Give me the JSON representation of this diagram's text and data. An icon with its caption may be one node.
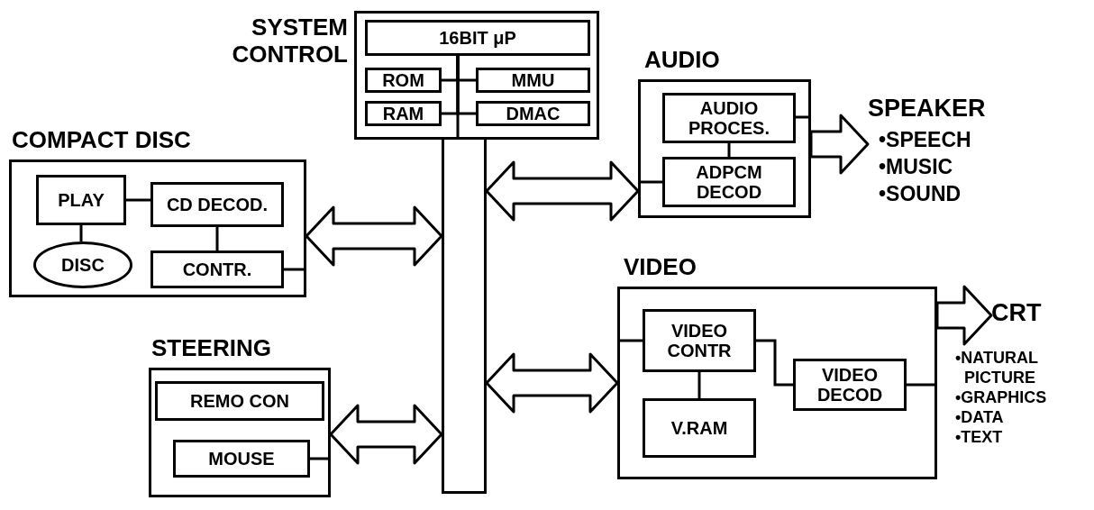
{
  "diagram": {
    "nodes": [
      {
        "text": [
          "SYSTEM CONTROL"
        ]
      },
      {
        "text": [
          "16BIT μP"
        ],
        "in": 0
      },
      {
        "text": [
          "ROM"
        ],
        "in": 0
      },
      {
        "text": [
          "MMU"
        ],
        "in": 0
      },
      {
        "text": [
          "RAM"
        ],
        "in": 0
      },
      {
        "text": [
          "DMAC"
        ],
        "in": 0
      },
      {
        "text": [],
        "shape": "bar"
      },
      {
        "text": [
          "AUDIO"
        ]
      },
      {
        "text": [
          "AUDIO PROCES."
        ],
        "in": 7
      },
      {
        "text": [
          "ADPCM DECOD"
        ],
        "in": 7
      },
      {
        "text": [
          "SPEAKER"
        ],
        "beside": [
          "•SPEECH",
          "•MUSIC",
          "•SOUND"
        ]
      },
      {
        "text": [
          "COMPACT DISC"
        ]
      },
      {
        "text": [
          "PLAY"
        ],
        "in": 11
      },
      {
        "text": [
          "CD DECOD."
        ],
        "in": 11
      },
      {
        "text": [
          "DISC"
        ],
        "in": 11
      },
      {
        "text": [
          "CONTR."
        ],
        "in": 11
      },
      {
        "text": [
          "STEERING"
        ]
      },
      {
        "text": [
          "REMO CON"
        ],
        "in": 16
      },
      {
        "text": [
          "MOUSE"
        ],
        "in": 16
      },
      {
        "text": [
          "VIDEO"
        ]
      },
      {
        "text": [
          "VIDEO CONTR"
        ],
        "in": 19
      },
      {
        "text": [
          "V.RAM"
        ],
        "in": 19
      },
      {
        "text": [
          "VIDEO DECOD"
        ],
        "in": 19
      },
      {
        "text": [
          "CRT"
        ],
        "beside": [
          "•NATURAL PICTURE",
          "•GRAPHICS",
          "•DATA",
          "•TEXT"
        ]
      }
    ],
    "edges": [
      {
        "from": 1,
        "to": 2,
        "arrow": "none"
      },
      {
        "from": 1,
        "to": 3,
        "arrow": "none"
      },
      {
        "from": 1,
        "to": 4,
        "arrow": "none"
      },
      {
        "from": 1,
        "to": 5,
        "arrow": "none"
      },
      {
        "from": 11,
        "to": 6,
        "arrow": "both",
        "style": "thick"
      },
      {
        "from": 6,
        "to": 7,
        "arrow": "both",
        "style": "thick"
      },
      {
        "from": 6,
        "to": 19,
        "arrow": "both",
        "style": "thick"
      },
      {
        "from": 16,
        "to": 6,
        "arrow": "both",
        "style": "thick"
      },
      {
        "from": 7,
        "to": 10,
        "arrow": "to",
        "style": "thick"
      },
      {
        "from": 19,
        "to": 23,
        "arrow": "to",
        "style": "thick"
      },
      {
        "from": 8,
        "to": 9,
        "arrow": "none"
      },
      {
        "from": 7,
        "to": 9,
        "arrow": "none"
      },
      {
        "from": 8,
        "to": 7,
        "arrow": "none"
      },
      {
        "from": 12,
        "to": 13,
        "arrow": "none"
      },
      {
        "from": 12,
        "to": 14,
        "arrow": "none"
      },
      {
        "from": 13,
        "to": 15,
        "arrow": "none"
      },
      {
        "from": 15,
        "to": 11,
        "arrow": "none"
      },
      {
        "from": 18,
        "to": 16,
        "arrow": "none"
      },
      {
        "from": 19,
        "to": 20,
        "arrow": "none"
      },
      {
        "from": 20,
        "to": 21,
        "arrow": "none"
      },
      {
        "from": 20,
        "to": 22,
        "arrow": "none"
      },
      {
        "from": 22,
        "to": 19,
        "arrow": "none"
      },
      {
        "from": 1,
        "to": 6,
        "arrow": "none"
      }
    ]
  }
}
